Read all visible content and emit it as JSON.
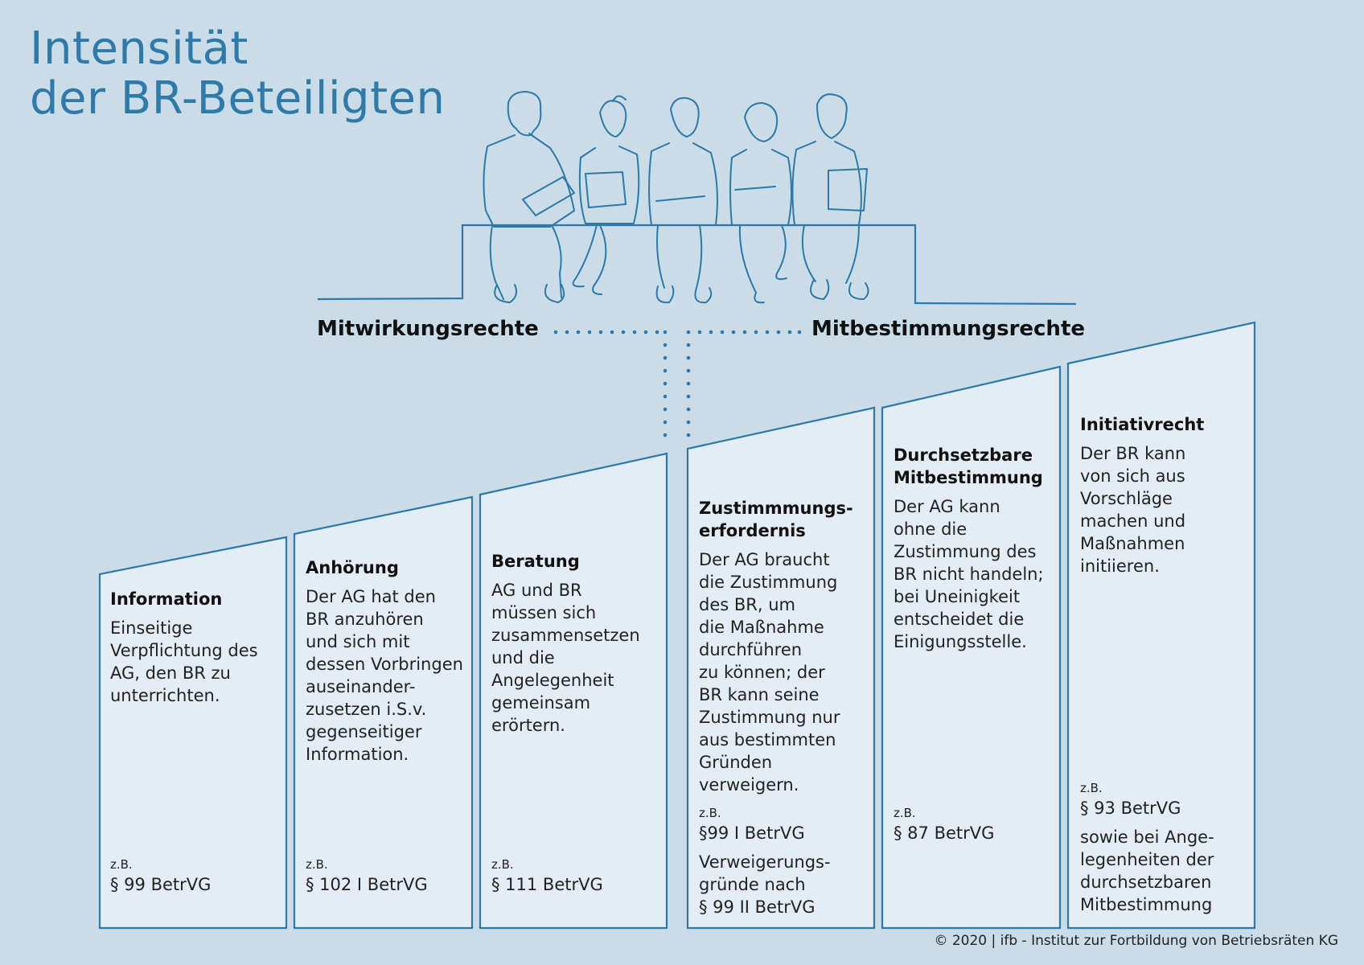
{
  "title": {
    "line1": "Intensität",
    "line2": "der BR-Beteiligten"
  },
  "colors": {
    "background": "#c9dce8",
    "box_fill": "#e4edf5",
    "stroke": "#2e79a8",
    "title": "#2f7aa8",
    "text": "#111111"
  },
  "illustration": {
    "icon": "people-seated-on-bench-illustration",
    "people_count": 5
  },
  "labels": {
    "left": "Mitwirkungsrechte",
    "right": "Mitbestimmungsrechte"
  },
  "boxes": [
    {
      "title": "Information",
      "body": "Einseitige\nVerpflichtung des\nAG, den BR zu\nunterrichten.",
      "zb": "z.B.",
      "ref": "§ 99 BetrVG",
      "extra": ""
    },
    {
      "title": "Anhörung",
      "body": "Der AG hat den\nBR anzuhören\nund sich mit\ndessen Vorbringen\nauseinander-\nzusetzen i.S.v.\ngegenseitiger\nInformation.",
      "zb": "z.B.",
      "ref": "§ 102 I BetrVG",
      "extra": ""
    },
    {
      "title": "Beratung",
      "body": "AG und BR\nmüssen sich\nzusammensetzen\nund die\nAngelegenheit\ngemeinsam\nerörtern.",
      "zb": "z.B.",
      "ref": "§ 111 BetrVG",
      "extra": ""
    },
    {
      "title": "Zustimmmungs-\nerfordernis",
      "body": "Der AG braucht\ndie Zustimmung\ndes BR, um\ndie Maßnahme\ndurchführen\nzu können; der\nBR kann seine\nZustimmung nur\naus bestimmten\nGründen\nverweigern.",
      "zb": "z.B.",
      "ref": "§99 I BetrVG",
      "extra": "Verweigerungs-\ngründe nach\n§ 99 II BetrVG"
    },
    {
      "title": "Durchsetzbare\nMitbestimmung",
      "body": "Der AG kann\nohne die\nZustimmung des\nBR nicht handeln;\nbei Uneinigkeit\nentscheidet die\nEinigungsstelle.",
      "zb": "z.B.",
      "ref": "§ 87 BetrVG",
      "extra": ""
    },
    {
      "title": "Initiativrecht",
      "body": "Der BR kann\nvon sich aus\nVorschläge\nmachen und\nMaßnahmen\ninitiieren.",
      "zb": "z.B.",
      "ref": "§ 93 BetrVG",
      "extra": "sowie bei Ange-\nlegenheiten der\ndurchsetzbaren\nMitbestimmung"
    }
  ],
  "footer": "© 2020 | ifb - Institut zur Fortbildung von Betriebsräten KG"
}
